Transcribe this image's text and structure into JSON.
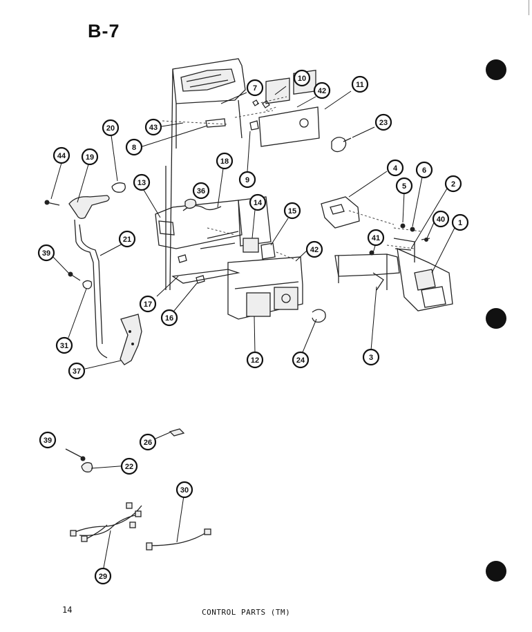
{
  "header": {
    "page_code": "B-7"
  },
  "footer": {
    "page_number": "14",
    "section_title": "CONTROL PARTS (TM)"
  },
  "callouts": [
    "10",
    "42",
    "11",
    "7",
    "43",
    "8",
    "23",
    "9",
    "20",
    "44",
    "19",
    "13",
    "36",
    "18",
    "4",
    "6",
    "5",
    "2",
    "14",
    "15",
    "40",
    "1",
    "41",
    "42",
    "21",
    "39",
    "17",
    "16",
    "12",
    "24",
    "3",
    "31",
    "37",
    "39",
    "26",
    "22",
    "30",
    "29"
  ]
}
